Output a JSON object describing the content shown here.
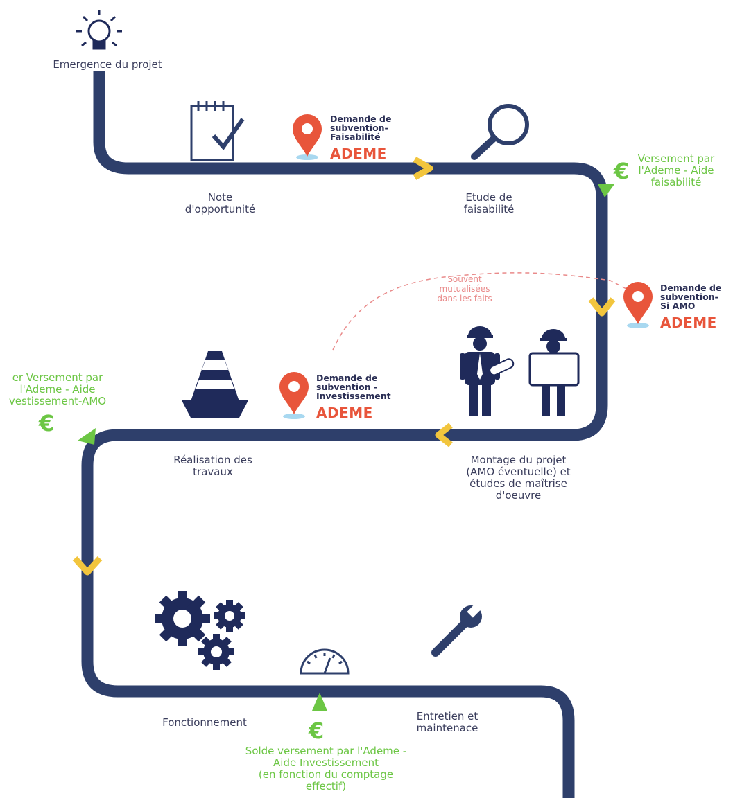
{
  "steps": {
    "emergence": "Emergence du projet",
    "note_line1": "Note",
    "note_line2": "d'opportunité",
    "etude_line1": "Etude de",
    "etude_line2": "faisabilité",
    "montage_line1": "Montage du projet",
    "montage_line2": "(AMO éventuelle)  et",
    "montage_line3": "études de maîtrise",
    "montage_line4": "d'oeuvre",
    "realisation_line1": "Réalisation des",
    "realisation_line2": "travaux",
    "fonctionnement": "Fonctionnement",
    "entretien_line1": "Entretien et",
    "entretien_line2": "maintenace"
  },
  "requests": {
    "faisabilite": {
      "line1": "Demande de",
      "line2": "subvention-",
      "line3": "Faisabilité",
      "org": "ADEME"
    },
    "amo": {
      "line1": "Demande de",
      "line2": "subvention-",
      "line3": "Si AMO",
      "org": "ADEME"
    },
    "investissement": {
      "line1": "Demande de",
      "line2": "subvention -",
      "line3": "Investissement",
      "org": "ADEME"
    }
  },
  "payments": {
    "faisabilite": {
      "line1": "Versement par",
      "line2": "l'Ademe - Aide",
      "line3": "faisabilité"
    },
    "amo": {
      "line1": "er Versement par",
      "line2": "l'Ademe - Aide",
      "line3": "vestissement-AMO"
    },
    "solde": {
      "line1": "Solde versement  par l'Ademe -",
      "line2": "Aide Investissement",
      "line3": "(en fonction du comptage",
      "line4": "effectif)"
    },
    "currency_symbol": "€"
  },
  "note": {
    "line1": "Souvent",
    "line2": "mutualisées",
    "line3": "dans les faits"
  },
  "colors": {
    "road": "#2e3f6b",
    "navy": "#1f2a5a",
    "yellow": "#f2c53d",
    "green": "#6cc644",
    "red": "#e8553b",
    "pink": "#e98a8a"
  },
  "icons": [
    "lightbulb-icon",
    "checklist-icon",
    "magnifier-icon",
    "location-pin-icon",
    "traffic-cone-icon",
    "workers-icon",
    "gears-icon",
    "gauge-icon",
    "wrench-icon",
    "euro-icon"
  ]
}
